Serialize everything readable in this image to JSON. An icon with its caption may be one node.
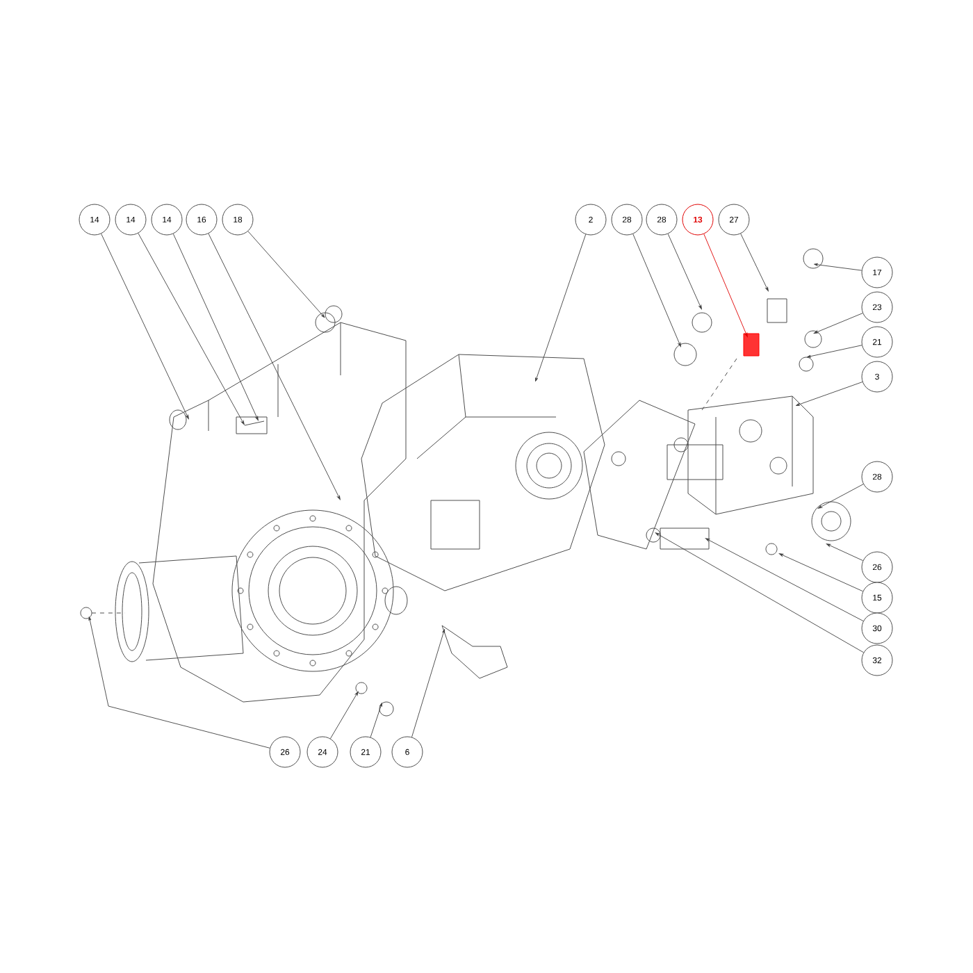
{
  "diagram": {
    "nodes": [
      {
        "text": [
          "14"
        ]
      },
      {
        "text": [
          "14"
        ]
      },
      {
        "text": [
          "14"
        ]
      },
      {
        "text": [
          "16"
        ]
      },
      {
        "text": [
          "18"
        ]
      },
      {
        "text": [
          "2"
        ]
      },
      {
        "text": [
          "28"
        ]
      },
      {
        "text": [
          "28"
        ]
      },
      {
        "text": [
          "13"
        ]
      },
      {
        "text": [
          "27"
        ]
      },
      {
        "text": [
          "17"
        ]
      },
      {
        "text": [
          "23"
        ]
      },
      {
        "text": [
          "21"
        ]
      },
      {
        "text": [
          "3"
        ]
      },
      {
        "text": [
          "28"
        ]
      },
      {
        "text": [
          "26"
        ]
      },
      {
        "text": [
          "15"
        ]
      },
      {
        "text": [
          "30"
        ]
      },
      {
        "text": [
          "32"
        ]
      },
      {
        "text": [
          "26"
        ]
      },
      {
        "text": [
          "24"
        ]
      },
      {
        "text": [
          "21"
        ]
      },
      {
        "text": [
          "6"
        ]
      }
    ],
    "edges": [
      {
        "from": 0,
        "to": null,
        "arrow": "to"
      },
      {
        "from": 1,
        "to": null,
        "arrow": "to"
      },
      {
        "from": 2,
        "to": null,
        "arrow": "to"
      },
      {
        "from": 3,
        "to": null,
        "arrow": "to"
      },
      {
        "from": 4,
        "to": null,
        "arrow": "to"
      },
      {
        "from": 5,
        "to": null,
        "arrow": "to"
      },
      {
        "from": 6,
        "to": null,
        "arrow": "to"
      },
      {
        "from": 7,
        "to": null,
        "arrow": "to"
      },
      {
        "from": 8,
        "to": null,
        "arrow": "to",
        "color": "#e00000"
      },
      {
        "from": 9,
        "to": null,
        "arrow": "to"
      },
      {
        "from": 10,
        "to": null,
        "arrow": "to"
      },
      {
        "from": 11,
        "to": null,
        "arrow": "to"
      },
      {
        "from": 12,
        "to": null,
        "arrow": "to"
      },
      {
        "from": 13,
        "to": null,
        "arrow": "to"
      },
      {
        "from": 14,
        "to": null,
        "arrow": "to"
      },
      {
        "from": 15,
        "to": null,
        "arrow": "to"
      },
      {
        "from": 16,
        "to": null,
        "arrow": "to"
      },
      {
        "from": 17,
        "to": null,
        "arrow": "to"
      },
      {
        "from": 18,
        "to": null,
        "arrow": "to"
      },
      {
        "from": 19,
        "to": null,
        "arrow": "to"
      },
      {
        "from": 20,
        "to": null,
        "arrow": "to"
      },
      {
        "from": 21,
        "to": null,
        "arrow": "to"
      },
      {
        "from": 22,
        "to": null,
        "arrow": "to"
      }
    ]
  }
}
